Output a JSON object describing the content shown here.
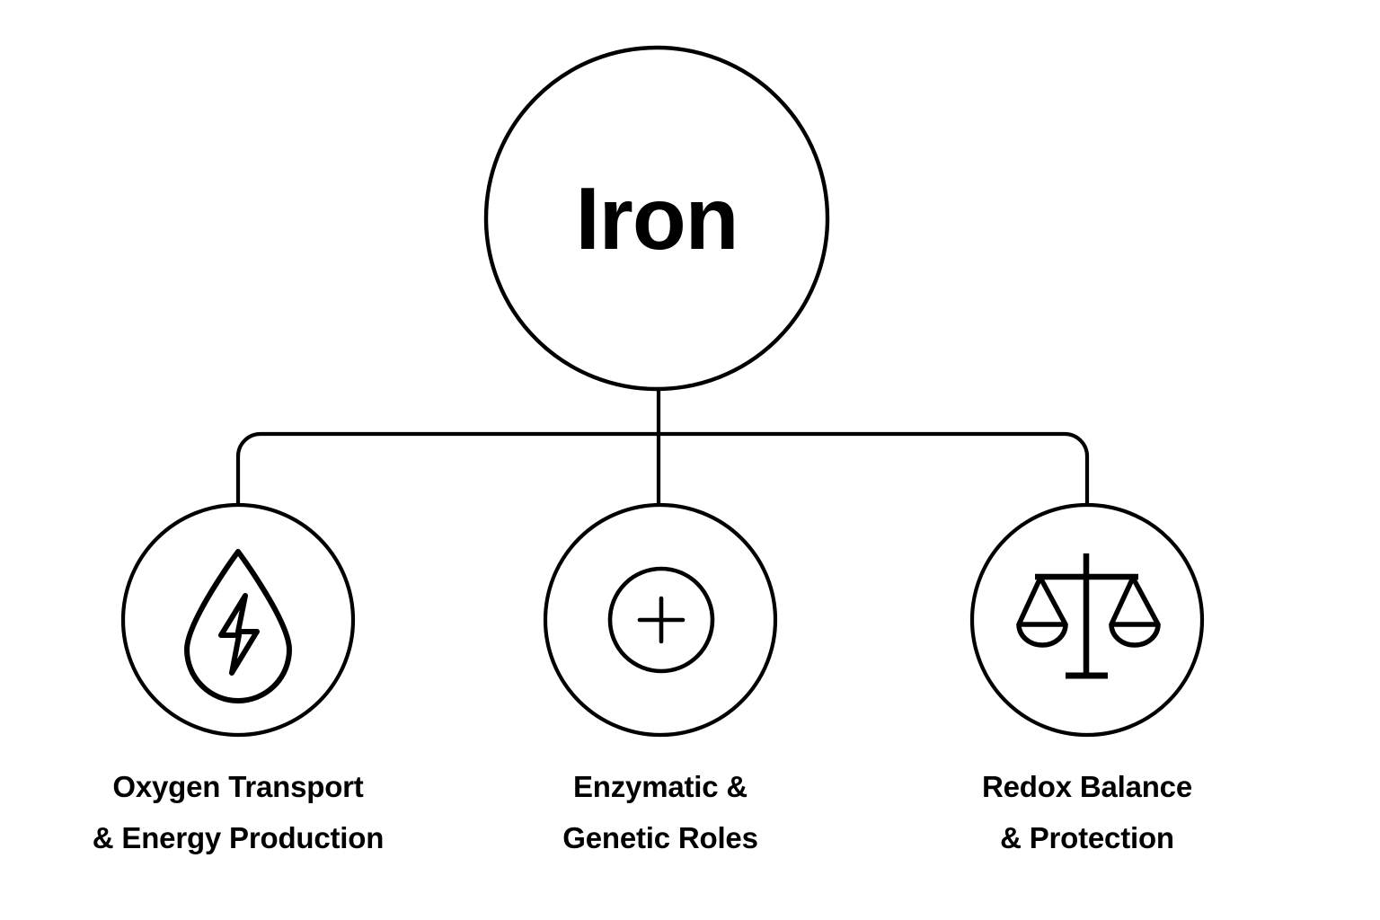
{
  "diagram": {
    "type": "hierarchy-tree",
    "orientation": "top-down",
    "background_color": "#ffffff",
    "stroke_color": "#000000",
    "text_color": "#000000",
    "root": {
      "label": "Iron",
      "shape": "circle"
    },
    "children": [
      {
        "id": "oxygen-transport",
        "icon": "water-droplet-with-lightning-bolt-icon",
        "label_line1": "Oxygen Transport",
        "label_line2": "& Energy Production",
        "label_full": "Oxygen Transport & Energy Production"
      },
      {
        "id": "enzymatic-genetic",
        "icon": "plus-in-circle-icon",
        "label_line1": "Enzymatic &",
        "label_line2": "Genetic Roles",
        "label_full": "Enzymatic & Genetic Roles"
      },
      {
        "id": "redox-balance",
        "icon": "balance-scale-icon",
        "label_line1": "Redox Balance",
        "label_line2": "& Protection",
        "label_full": "Redox Balance & Protection"
      }
    ]
  }
}
